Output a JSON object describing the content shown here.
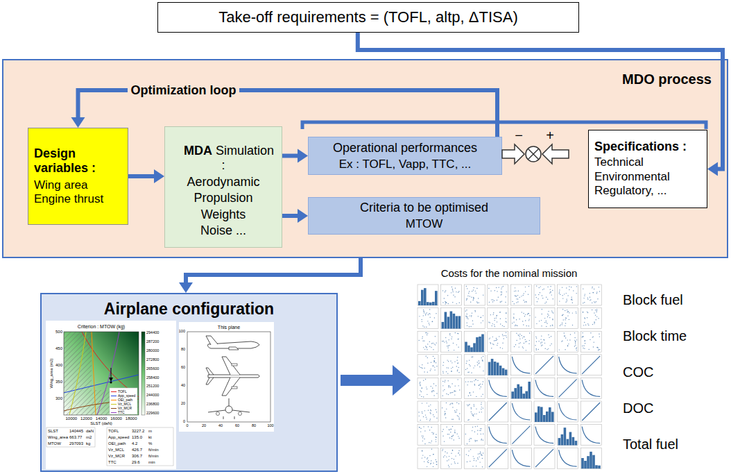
{
  "diagram": {
    "nodes": [
      {
        "text": [
          "Take-off requirements = (TOFL, altp, ΔTISA)"
        ]
      },
      {
        "text": [
          "MDO process"
        ]
      },
      {
        "text": [
          "Design variables :",
          "Wing area Engine thrust"
        ],
        "in": 1
      },
      {
        "text": [
          "MDA",
          "Simulation :",
          "Aerodynamic Propulsion Weights Noise ..."
        ],
        "in": 1
      },
      {
        "text": [
          "Operational  performances",
          "Ex : TOFL, Vapp, TTC, ..."
        ],
        "in": 1
      },
      {
        "text": [
          "Criteria to be optimised",
          "MTOW"
        ],
        "in": 1
      },
      {
        "text": [
          "Specifications :",
          "Technical Environmental Regulatory, ..."
        ],
        "in": 1
      },
      {
        "text": [
          "Airplane configuration"
        ]
      },
      {
        "text": [
          "Costs for the nominal mission"
        ]
      }
    ],
    "edges": [
      {
        "from": 0,
        "to": 6,
        "arrow": "to"
      },
      {
        "from": 4,
        "to": 2,
        "label": "Optimization loop",
        "arrow": "to"
      },
      {
        "from": 2,
        "to": 3,
        "arrow": "to"
      },
      {
        "from": 3,
        "to": 4,
        "arrow": "to"
      },
      {
        "from": 3,
        "to": 5,
        "arrow": "to"
      },
      {
        "from": 1,
        "to": 7,
        "arrow": "to"
      },
      {
        "from": 7,
        "to": 8,
        "arrow": "to"
      }
    ],
    "labels": [
      "−",
      "+",
      "Criterion : MTOW (kg)",
      "Wing_area (m2)",
      "SLST (daN)",
      "500",
      "450",
      "400",
      "350",
      "300",
      "10000",
      "12000",
      "14000",
      "16000",
      "18000",
      "294400",
      "287200",
      "280000",
      "272800",
      "265600",
      "258400",
      "251200",
      "244000",
      "236800",
      "229600",
      "SLST",
      "140445",
      "daN",
      "Wing_area",
      "663.77",
      "m2",
      "MTOW",
      "297093",
      "kg",
      "TOFL",
      "3227.2",
      "m",
      "App_speed",
      "135.0",
      "kt",
      "OEI_path",
      "4.2",
      "%",
      "Vz_MCL",
      "426.7",
      "ft/min",
      "Vz_MCR",
      "306.7",
      "ft/min",
      "TTC",
      "29.6",
      "min",
      "This plane",
      "100",
      "80",
      "60",
      "40",
      "20",
      "0",
      "0",
      "20",
      "40",
      "60",
      "80",
      "100",
      "Block fuel",
      "Block time",
      "COC",
      "DOC",
      "Total fuel"
    ],
    "legend": [
      {
        "text": "TOFL"
      },
      {
        "text": "App_speed"
      },
      {
        "text": "OEI_path"
      },
      {
        "text": "Vz_MCL"
      },
      {
        "text": "Vz_MCR"
      },
      {
        "text": "TTC"
      }
    ]
  }
}
